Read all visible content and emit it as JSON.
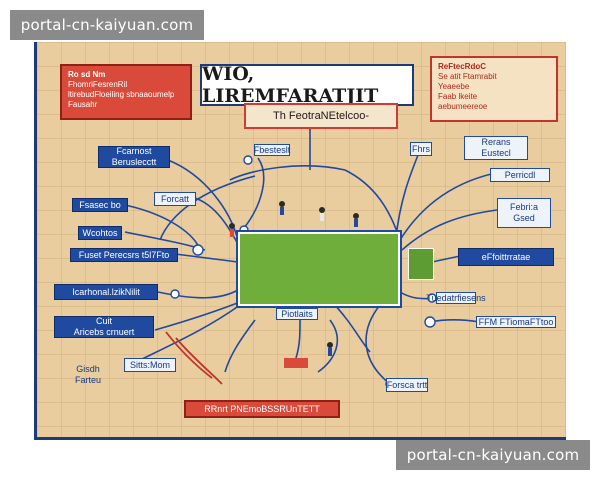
{
  "watermark": {
    "text": "portal-cn-kaiyuan.com"
  },
  "title": "WIO, LIREMFARATJIT",
  "subtitle": "Th FeotraNEtelcoo-",
  "red_boxes": {
    "top_left": [
      "Ro sd Nm",
      "FhomriFesrenRil",
      "ltirebudFloeiling sbnaaoumelp",
      "Fausahr"
    ],
    "top_right": [
      "ReFtecRdoC",
      "Se atit Ftamrabit",
      "Yeaeebe",
      "Faab lkeite",
      "aebumeereoe"
    ],
    "bottom": "RRnrt PNEmoBSSRUnTETT"
  },
  "labels": {
    "l1": [
      "Fcarnost",
      "Beruslecctt"
    ],
    "l2": "Forcatt",
    "l3": "Fbesteslt",
    "l4": "Fsasec bo",
    "l5": "Wcohtos",
    "l6": "Fuset Perecsrs t5l7Fto",
    "l7": "Icarhonal.lzikNilit",
    "l8": [
      "Cuit",
      "Aricebs crnuert"
    ],
    "l9": [
      "Gisdh",
      "Farteu"
    ],
    "l10": "Sitts:Mom",
    "l11": "Fhrs",
    "l12": [
      "Rerans",
      "Eustecl"
    ],
    "l13": "Perricdl",
    "l14": "Piotlaits",
    "l15": [
      "Febri:a",
      "Gsed"
    ],
    "l16": "eFfoittrratae",
    "l17": "Tuedatrfiesens",
    "l18": "FFM FTiomaFTtoo",
    "l19": "Forsca trtt"
  }
}
